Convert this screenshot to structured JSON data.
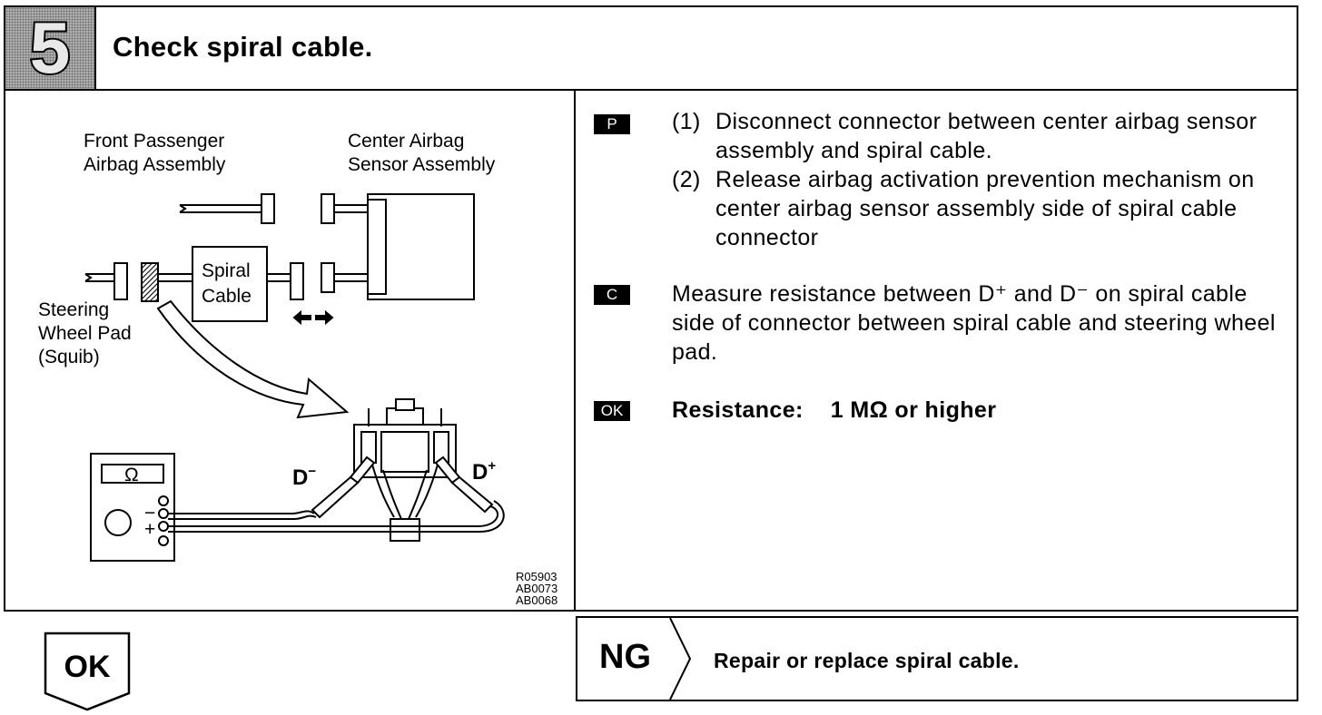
{
  "step": {
    "number": "5",
    "title": "Check spiral cable."
  },
  "diagram": {
    "labels": {
      "front_passenger_line1": "Front Passenger",
      "front_passenger_line2": "Airbag Assembly",
      "center_sensor_line1": "Center Airbag",
      "center_sensor_line2": "Sensor Assembly",
      "spiral_line1": "Spiral",
      "spiral_line2": "Cable",
      "steering_line1": "Steering",
      "steering_line2": "Wheel Pad",
      "steering_line3": "(Squib)",
      "terminal_minus": "D",
      "terminal_minus_sign": "−",
      "terminal_plus": "D",
      "terminal_plus_sign": "+",
      "ohmmeter_unit": "Ω",
      "meter_minus": "−",
      "meter_plus": "+"
    },
    "figure_codes": [
      "R05903",
      "AB0073",
      "AB0068"
    ]
  },
  "instructions": {
    "prepare": {
      "badge": "P",
      "steps": [
        {
          "num": "(1)",
          "text": "Disconnect connector between center airbag sensor assembly and spiral cable."
        },
        {
          "num": "(2)",
          "text": "Release airbag activation prevention mechanism on center airbag sensor assembly side of spiral cable connector"
        }
      ]
    },
    "check": {
      "badge": "C",
      "text": "Measure resistance between D⁺ and D⁻ on spiral cable side of connector between spiral cable and steering wheel pad."
    },
    "ok_spec": {
      "badge": "OK",
      "label": "Resistance:",
      "value": "1 MΩ or higher"
    }
  },
  "result": {
    "ok": "OK",
    "ng": "NG",
    "ng_action": "Repair or replace spiral cable."
  }
}
